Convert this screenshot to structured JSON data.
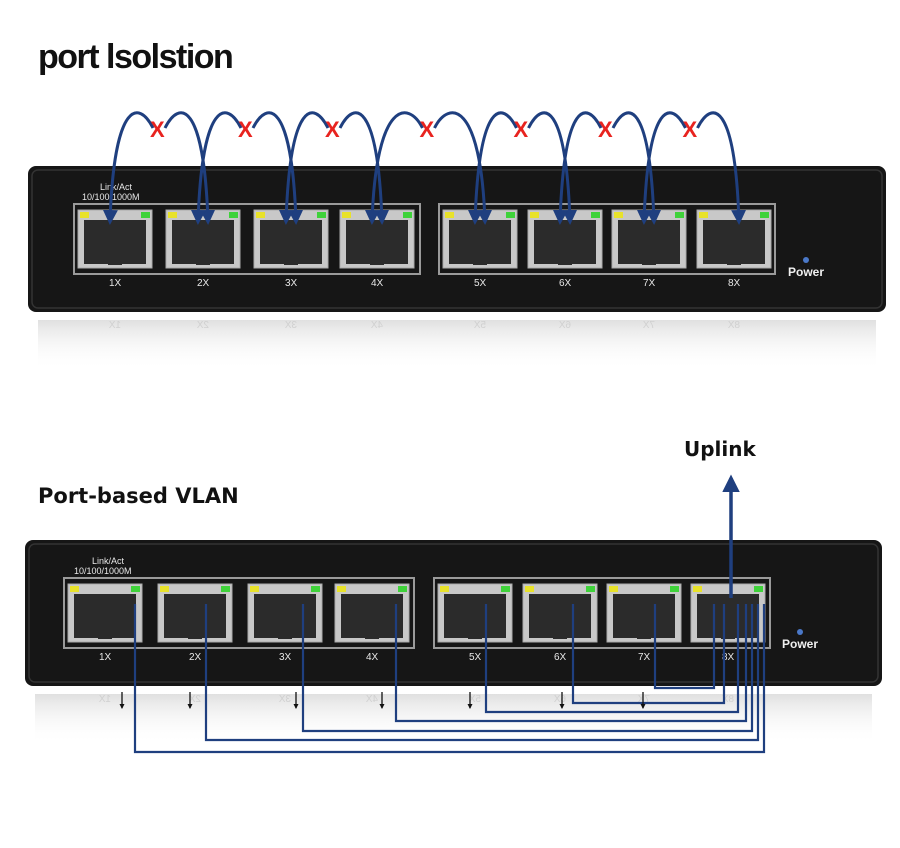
{
  "diagram1": {
    "title": "port lsolstion",
    "block_mark": "X",
    "panel_text": {
      "link_act": "Link/Act",
      "speed": "10/100/1000M",
      "power": "Power"
    },
    "ports": [
      "1X",
      "2X",
      "3X",
      "4X",
      "5X",
      "6X",
      "7X",
      "8X"
    ]
  },
  "diagram2": {
    "title": "Port-based VLAN",
    "uplink_label": "Uplink",
    "panel_text": {
      "link_act": "Link/Act",
      "speed": "10/100/1000M",
      "power": "Power"
    },
    "ports": [
      "1X",
      "2X",
      "3X",
      "4X",
      "5X",
      "6X",
      "7X",
      "8X"
    ]
  },
  "colors": {
    "arrow": "#1f3f7f",
    "block": "#e8231f",
    "chassis": "#161616",
    "led_yellow": "#e8e22a",
    "led_green": "#3fd23a"
  }
}
